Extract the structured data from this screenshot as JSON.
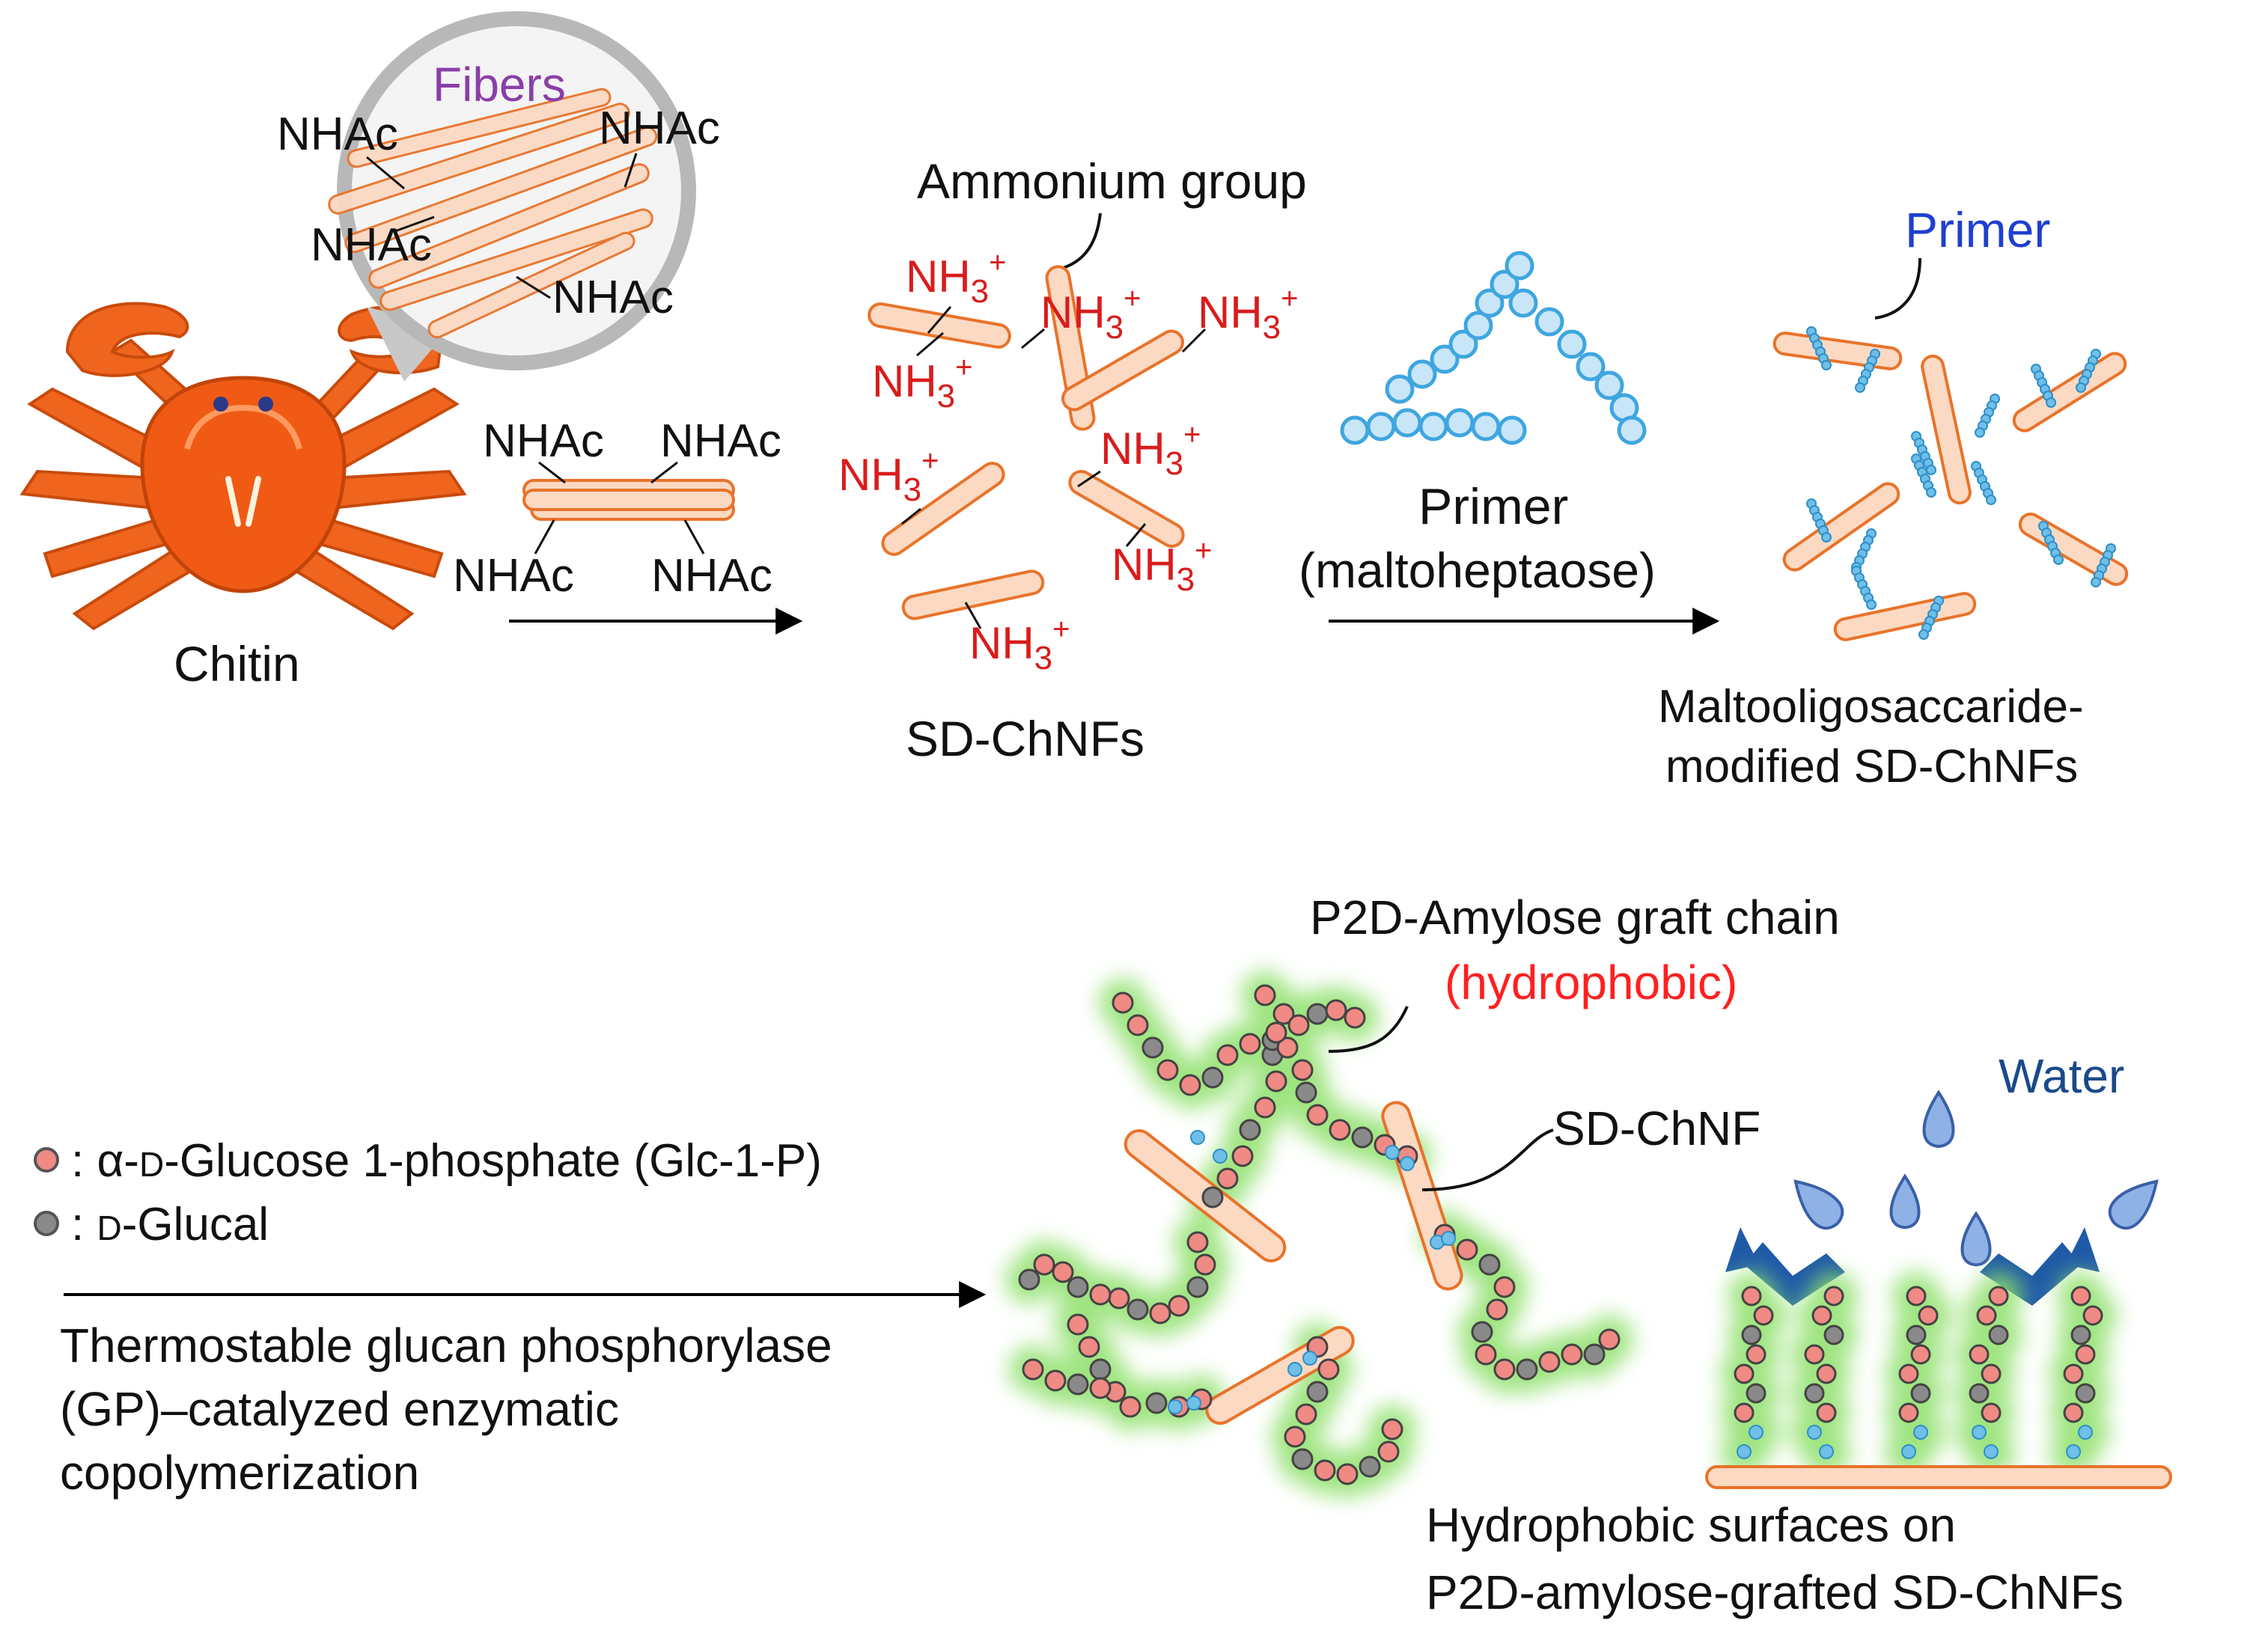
{
  "colors": {
    "fiber_fill": "#fbd9c2",
    "fiber_stroke": "#e8732a",
    "primer_bead": "#5cb6e6",
    "glc_bead": "#f08a84",
    "glucal_bead": "#8a8a8a",
    "glow": "#9be27a",
    "crab": "#f05a14",
    "ammonium_text": "#d91c1c",
    "primer_text": "#1e3fd0",
    "fibers_text": "#8a3fa8",
    "hydrophobic_text": "#ff2020",
    "water_text": "#1a4a8a",
    "drop": "#8fb2e6",
    "arrow_blue": "#1f5aa8"
  },
  "icons": [
    "crab-icon",
    "magnifier-bubble-icon",
    "arrow-right-icon",
    "water-drop-icon",
    "chevron-arrow-icon"
  ],
  "labels": {
    "fibers": "Fibers",
    "nhac": "NHAc",
    "chitin": "Chitin",
    "ammonium_group": "Ammonium group",
    "nh3": "NH",
    "nh3_sub": "3",
    "nh3_sup": "+",
    "sd_chnfs": "SD-ChNFs",
    "primer_top": "Primer",
    "primer_name": "Primer",
    "primer_paren": "(maltoheptaose)",
    "malto_line1": "Maltooligosaccaride-",
    "malto_line2": "modified SD-ChNFs",
    "p2d_chain": "P2D-Amylose graft chain",
    "hydrophobic": "(hydrophobic)",
    "sd_chnf": "SD-ChNF",
    "water": "Water",
    "legend_glc_prefix": ": α-",
    "legend_glc_d": "D",
    "legend_glc_rest": "-Glucose 1-phosphate (Glc-1-P)",
    "legend_glucal_prefix": ": ",
    "legend_glucal_d": "D",
    "legend_glucal_rest": "-Glucal",
    "gp_line1": "Thermostable glucan phosphorylase",
    "gp_line2": "(GP)–catalyzed enzymatic",
    "gp_line3": "copolymerization",
    "surface_line1": "Hydrophobic surfaces on",
    "surface_line2": "P2D-amylose-grafted SD-ChNFs"
  }
}
